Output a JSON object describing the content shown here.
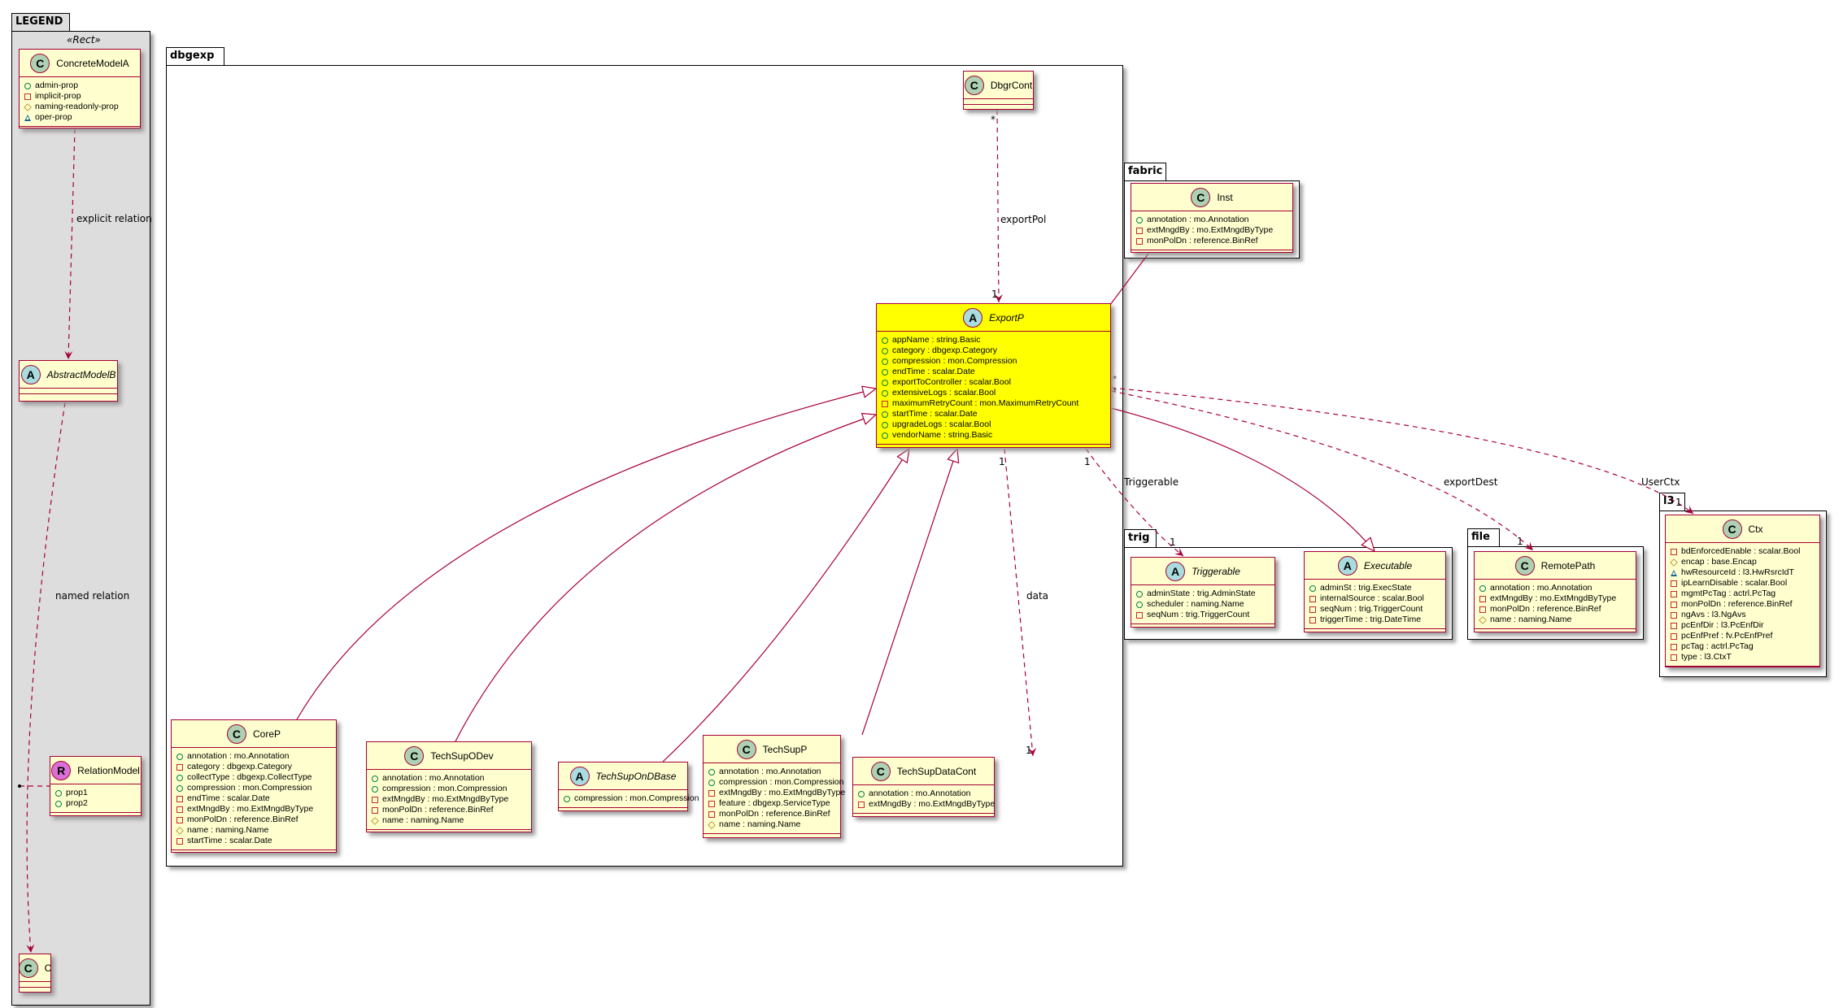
{
  "legend": {
    "package": "LEGEND",
    "stereotype": "«Rect»",
    "explicit_relation": "explicit relation",
    "named_relation": "named relation"
  },
  "packages": {
    "dbgexp": "dbgexp",
    "fabric": "fabric",
    "trig": "trig",
    "file": "file",
    "l3": "l3"
  },
  "colors": {
    "border": "#A80036",
    "class_bg": "#FEFECE",
    "highlight": "#FFFF00",
    "legend_bg": "#DDDDDD"
  },
  "classes": {
    "concreteModelA": {
      "name": "ConcreteModelA",
      "kind": "C",
      "attrs": [
        {
          "vis": "+",
          "text": "admin-prop"
        },
        {
          "vis": "-",
          "text": "implicit-prop"
        },
        {
          "vis": "#",
          "text": "naming-readonly-prop"
        },
        {
          "vis": "~",
          "text": "oper-prop"
        }
      ]
    },
    "abstractModelB": {
      "name": "AbstractModelB",
      "kind": "A",
      "attrs": []
    },
    "relationModel": {
      "name": "RelationModel",
      "kind": "R",
      "attrs": [
        {
          "vis": "+",
          "text": "prop1"
        },
        {
          "vis": "+",
          "text": "prop2"
        }
      ]
    },
    "c": {
      "name": "C",
      "kind": "C",
      "attrs": []
    },
    "dbgrCont": {
      "name": "DbgrCont",
      "kind": "C",
      "attrs": []
    },
    "exportP": {
      "name": "ExportP",
      "kind": "A",
      "attrs": [
        {
          "vis": "+",
          "text": "appName : string.Basic"
        },
        {
          "vis": "+",
          "text": "category : dbgexp.Category"
        },
        {
          "vis": "+",
          "text": "compression : mon.Compression"
        },
        {
          "vis": "+",
          "text": "endTime : scalar.Date"
        },
        {
          "vis": "+",
          "text": "exportToController : scalar.Bool"
        },
        {
          "vis": "+",
          "text": "extensiveLogs : scalar.Bool"
        },
        {
          "vis": "-",
          "text": "maximumRetryCount : mon.MaximumRetryCount"
        },
        {
          "vis": "+",
          "text": "startTime : scalar.Date"
        },
        {
          "vis": "+",
          "text": "upgradeLogs : scalar.Bool"
        },
        {
          "vis": "+",
          "text": "vendorName : string.Basic"
        }
      ]
    },
    "coreP": {
      "name": "CoreP",
      "kind": "C",
      "attrs": [
        {
          "vis": "+",
          "text": "annotation : mo.Annotation"
        },
        {
          "vis": "-",
          "text": "category : dbgexp.Category"
        },
        {
          "vis": "+",
          "text": "collectType : dbgexp.CollectType"
        },
        {
          "vis": "+",
          "text": "compression : mon.Compression"
        },
        {
          "vis": "-",
          "text": "endTime : scalar.Date"
        },
        {
          "vis": "-",
          "text": "extMngdBy : mo.ExtMngdByType"
        },
        {
          "vis": "-",
          "text": "monPolDn : reference.BinRef"
        },
        {
          "vis": "#",
          "text": "name : naming.Name"
        },
        {
          "vis": "-",
          "text": "startTime : scalar.Date"
        }
      ]
    },
    "techSupODev": {
      "name": "TechSupODev",
      "kind": "C",
      "attrs": [
        {
          "vis": "+",
          "text": "annotation : mo.Annotation"
        },
        {
          "vis": "+",
          "text": "compression : mon.Compression"
        },
        {
          "vis": "-",
          "text": "extMngdBy : mo.ExtMngdByType"
        },
        {
          "vis": "-",
          "text": "monPolDn : reference.BinRef"
        },
        {
          "vis": "#",
          "text": "name : naming.Name"
        }
      ]
    },
    "techSupOnDBase": {
      "name": "TechSupOnDBase",
      "kind": "A",
      "attrs": [
        {
          "vis": "+",
          "text": "compression : mon.Compression"
        }
      ]
    },
    "techSupP": {
      "name": "TechSupP",
      "kind": "C",
      "attrs": [
        {
          "vis": "+",
          "text": "annotation : mo.Annotation"
        },
        {
          "vis": "+",
          "text": "compression : mon.Compression"
        },
        {
          "vis": "-",
          "text": "extMngdBy : mo.ExtMngdByType"
        },
        {
          "vis": "-",
          "text": "feature : dbgexp.ServiceType"
        },
        {
          "vis": "-",
          "text": "monPolDn : reference.BinRef"
        },
        {
          "vis": "#",
          "text": "name : naming.Name"
        }
      ]
    },
    "techSupDataCont": {
      "name": "TechSupDataCont",
      "kind": "C",
      "attrs": [
        {
          "vis": "+",
          "text": "annotation : mo.Annotation"
        },
        {
          "vis": "-",
          "text": "extMngdBy : mo.ExtMngdByType"
        }
      ]
    },
    "inst": {
      "name": "Inst",
      "kind": "C",
      "attrs": [
        {
          "vis": "+",
          "text": "annotation : mo.Annotation"
        },
        {
          "vis": "-",
          "text": "extMngdBy : mo.ExtMngdByType"
        },
        {
          "vis": "-",
          "text": "monPolDn : reference.BinRef"
        }
      ]
    },
    "triggerable": {
      "name": "Triggerable",
      "kind": "A",
      "attrs": [
        {
          "vis": "+",
          "text": "adminState : trig.AdminState"
        },
        {
          "vis": "+",
          "text": "scheduler : naming.Name"
        },
        {
          "vis": "-",
          "text": "seqNum : trig.TriggerCount"
        }
      ]
    },
    "executable": {
      "name": "Executable",
      "kind": "A",
      "attrs": [
        {
          "vis": "+",
          "text": "adminSt : trig.ExecState"
        },
        {
          "vis": "-",
          "text": "internalSource : scalar.Bool"
        },
        {
          "vis": "-",
          "text": "seqNum : trig.TriggerCount"
        },
        {
          "vis": "-",
          "text": "triggerTime : trig.DateTime"
        }
      ]
    },
    "remotePath": {
      "name": "RemotePath",
      "kind": "C",
      "attrs": [
        {
          "vis": "+",
          "text": "annotation : mo.Annotation"
        },
        {
          "vis": "-",
          "text": "extMngdBy : mo.ExtMngdByType"
        },
        {
          "vis": "-",
          "text": "monPolDn : reference.BinRef"
        },
        {
          "vis": "#",
          "text": "name : naming.Name"
        }
      ]
    },
    "ctx": {
      "name": "Ctx",
      "kind": "C",
      "attrs": [
        {
          "vis": "-",
          "text": "bdEnforcedEnable : scalar.Bool"
        },
        {
          "vis": "#",
          "text": "encap : base.Encap"
        },
        {
          "vis": "~",
          "text": "hwResourceId : l3.HwRsrcIdT"
        },
        {
          "vis": "-",
          "text": "ipLearnDisable : scalar.Bool"
        },
        {
          "vis": "-",
          "text": "mgmtPcTag : actrl.PcTag"
        },
        {
          "vis": "-",
          "text": "monPolDn : reference.BinRef"
        },
        {
          "vis": "-",
          "text": "ngAvs : l3.NgAvs"
        },
        {
          "vis": "-",
          "text": "pcEnfDir : l3.PcEnfDir"
        },
        {
          "vis": "-",
          "text": "pcEnfPref : fv.PcEnfPref"
        },
        {
          "vis": "-",
          "text": "pcTag : actrl.PcTag"
        },
        {
          "vis": "-",
          "text": "type : l3.CtxT"
        }
      ]
    }
  },
  "edges": {
    "exportPol": {
      "label": "exportPol",
      "from_mult": "*",
      "to_mult": "1"
    },
    "data": {
      "label": "data",
      "from_mult": "1",
      "to_mult": "1"
    },
    "triggerable": {
      "label": "Triggerable",
      "from_mult": "1",
      "to_mult": "1"
    },
    "exportDest": {
      "label": "exportDest",
      "from_mult": "*",
      "to_mult": "1"
    },
    "userCtx": {
      "label": "UserCtx",
      "from_mult": "*",
      "to_mult": "1"
    }
  }
}
